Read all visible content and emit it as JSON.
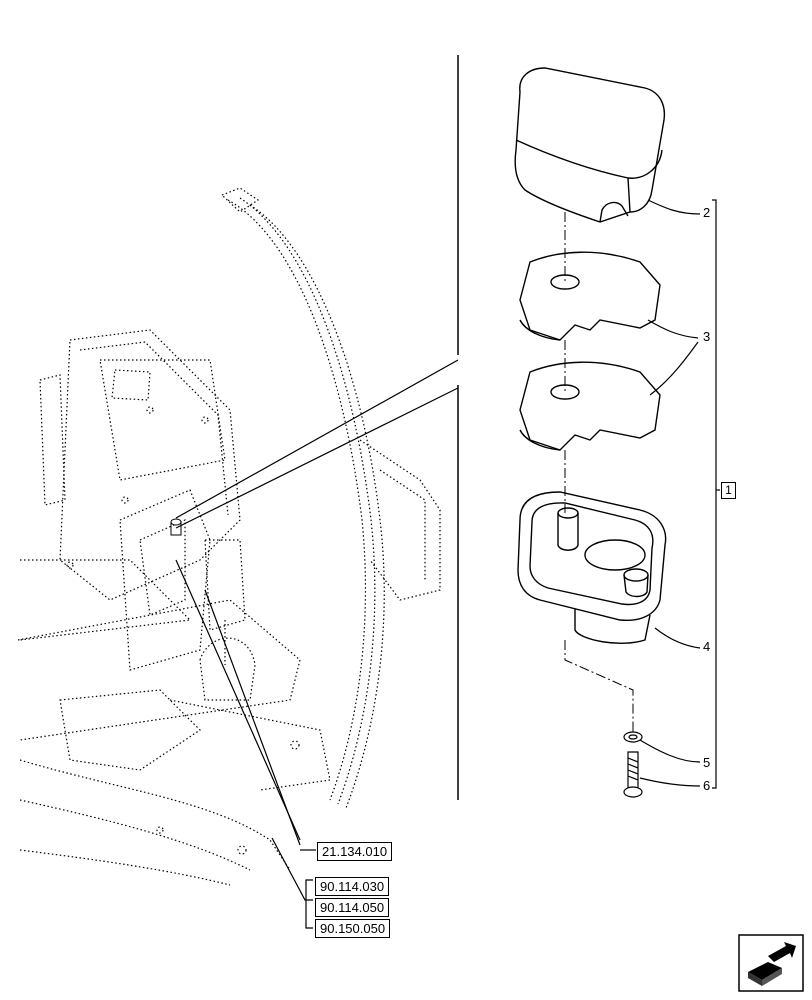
{
  "references": [
    {
      "code": "21.134.010"
    },
    {
      "code": "90.114.030"
    },
    {
      "code": "90.114.050"
    },
    {
      "code": "90.150.050"
    }
  ],
  "callouts": [
    "1",
    "2",
    "3",
    "4",
    "5",
    "6"
  ],
  "icons": {
    "nav": "page-navigation-arrow-icon"
  }
}
